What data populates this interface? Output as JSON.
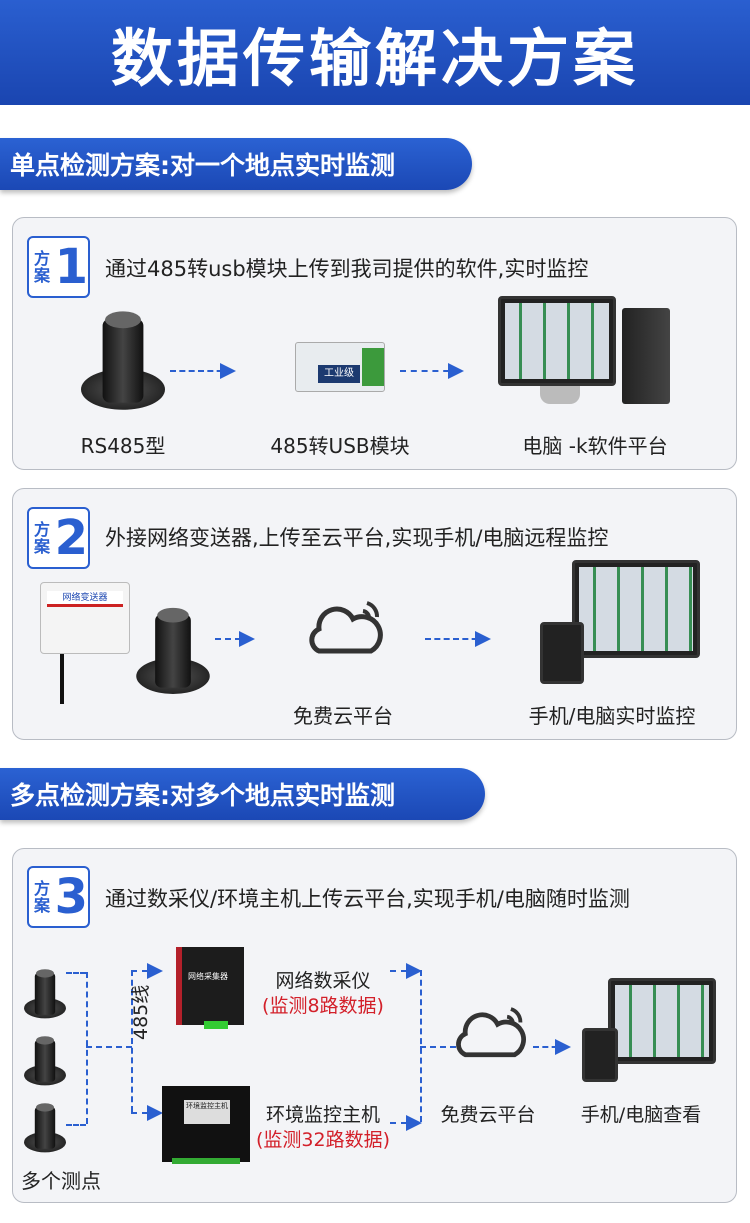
{
  "banner": {
    "title": "数据传输解决方案"
  },
  "section1": {
    "title": "单点检测方案:对一个地点实时监测"
  },
  "plan1": {
    "badge_char": "方案",
    "badge_num": "1",
    "description": "通过485转usb模块上传到我司提供的软件,实时监控",
    "labels": [
      "RS485型",
      "485转USB模块",
      "电脑 -k软件平台"
    ],
    "module_text": "工业级"
  },
  "plan2": {
    "badge_char": "方案",
    "badge_num": "2",
    "description": "外接网络变送器,上传至云平台,实现手机/电脑远程监控",
    "labels": [
      "免费云平台",
      "手机/电脑实时监控"
    ],
    "transmitter_text": "网络变送器"
  },
  "section2": {
    "title": "多点检测方案:对多个地点实时监测"
  },
  "plan3": {
    "badge_char": "方案",
    "badge_num": "3",
    "description": "通过数采仪/环境主机上传云平台,实现手机/电脑随时监测",
    "wire_label": "485线",
    "device1": {
      "name": "网络数采仪",
      "note": "(监测8路数据)",
      "panel_text": "网络采集器"
    },
    "device2": {
      "name": "环境监控主机",
      "note": "(监测32路数据)",
      "panel_text": "环境监控主机"
    },
    "cloud_label": "免费云平台",
    "view_label": "手机/电脑查看",
    "points_label": "多个测点"
  },
  "colors": {
    "brand": "#2a5fd0",
    "note": "#d3202a"
  }
}
